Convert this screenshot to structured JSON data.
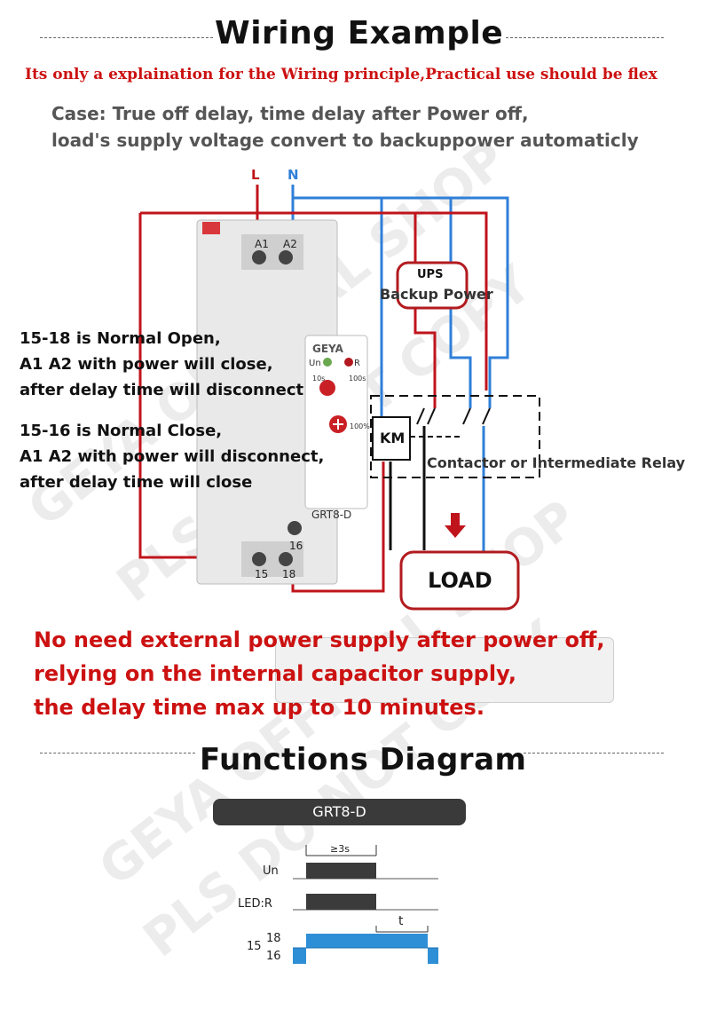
{
  "header": {
    "title": "Wiring Example",
    "disclaimer": "Its only a explaination for the Wiring principle,Practical use should be flex",
    "case_line1": "Case: True off delay, time delay after Power off,",
    "case_line2": "load's supply voltage convert to backuppower automaticly"
  },
  "wiring": {
    "label_L": "L",
    "label_N": "N",
    "ups_line1": "UPS",
    "ups_line2": "Backup Power",
    "km_label": "KM",
    "contactor_label": "Contactor or Intermediate Relay",
    "load_label": "LOAD",
    "colors": {
      "live": "#c0141c",
      "neutral": "#2f7fd8",
      "wire": "#111111"
    }
  },
  "device": {
    "terminal_A1": "A1",
    "terminal_A2": "A2",
    "brand": "GEYA",
    "model": "GRT8-D",
    "led_un": "Un",
    "led_r": "R",
    "dial1_scale": "10s",
    "dial1_scale2": "100s",
    "dial2_scale": "100%",
    "terminal_15": "15",
    "terminal_16": "16",
    "terminal_18": "18"
  },
  "notes": {
    "open_line1": "15-18 is Normal Open,",
    "open_line2": "A1 A2 with power will close,",
    "open_line3": "after delay time will disconnect",
    "close_line1": "15-16 is Normal Close,",
    "close_line2": "A1 A2 with power will disconnect,",
    "close_line3": "after delay time will close"
  },
  "capacitor_note": {
    "line1": "No need external power supply after power off,",
    "line2": "relying on the internal capacitor supply,",
    "line3": "the delay time max up to 10 minutes."
  },
  "functions": {
    "title": "Functions Diagram",
    "model_bar": "GRT8-D",
    "min_pulse": "≥3s",
    "row_un": "Un",
    "row_led": "LED:R",
    "row_contact_prefix": "15",
    "row_contact_top": "18",
    "row_contact_bottom": "16",
    "delay_label": "t"
  },
  "watermarks": {
    "text1": "GEYA OFFICIAL SHOP",
    "text2": "PLS DO NOT COPY"
  }
}
